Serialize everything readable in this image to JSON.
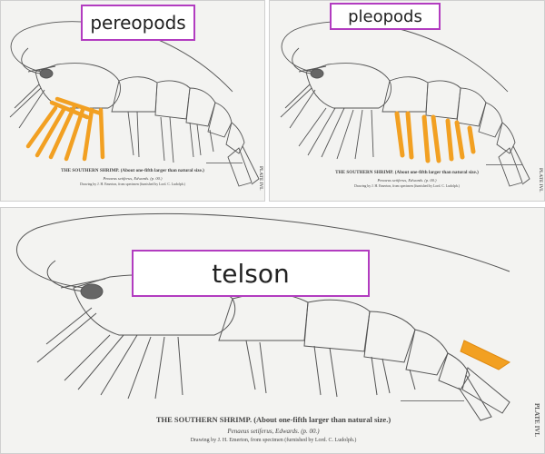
{
  "colors": {
    "highlight": "#f2a022",
    "label_border": "#b23cc0",
    "line": "#555555"
  },
  "panels": [
    {
      "label": "pereopods",
      "caption": "THE SOUTHERN SHRIMP. (About one-fifth larger than natural size.)",
      "caption_species": "Penaeus setiferus, Edwards. (p. 00.)",
      "caption_credit": "Drawing by J. H. Emerton, from specimen (furnished by Lord. C. Ludolph.)",
      "plate": "PLATE IVL",
      "highlighted_part": "pereopods"
    },
    {
      "label": "pleopods",
      "caption": "THE SOUTHERN SHRIMP. (About one-fifth larger than natural size.)",
      "caption_species": "Penaeus setiferus, Edwards. (p. 00.)",
      "caption_credit": "Drawing by J. H. Emerton, from specimen (furnished by Lord. C. Ludolph.)",
      "plate": "PLATE IVL",
      "highlighted_part": "pleopods"
    },
    {
      "label": "telson",
      "caption": "THE SOUTHERN SHRIMP. (About one-fifth larger than natural size.)",
      "caption_species": "Penaeus setiferus, Edwards. (p. 00.)",
      "caption_credit": "Drawing by J. H. Emerton, from specimen (furnished by Lord. C. Ludolph.)",
      "plate": "PLATE IVL",
      "highlighted_part": "telson"
    }
  ]
}
